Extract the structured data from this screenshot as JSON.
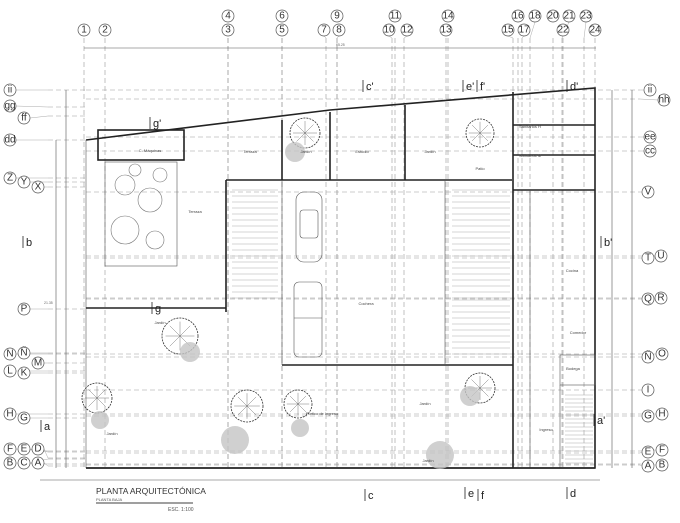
{
  "title_block": {
    "title": "PLANTA ARQUITECTÓNICA",
    "subtitle": "PLANTA BAJA",
    "scale": "ESC. 1:100"
  },
  "column_axes": [
    "1",
    "2",
    "3",
    "4",
    "5",
    "6",
    "7",
    "8",
    "9",
    "10",
    "11",
    "12",
    "13",
    "14",
    "15",
    "16",
    "17",
    "18",
    "20",
    "21",
    "22",
    "23",
    "24"
  ],
  "row_axes_left": [
    "ii",
    "gg",
    "ff",
    "dd",
    "Z",
    "Y",
    "X",
    "P",
    "N",
    "Ñ",
    "M",
    "L",
    "K",
    "H",
    "G",
    "F",
    "E",
    "D",
    "C",
    "B",
    "A"
  ],
  "row_axes_right": [
    "ii",
    "hh",
    "ee",
    "cc",
    "V",
    "U",
    "T",
    "R",
    "Q",
    "O",
    "Ñ",
    "I",
    "H",
    "G",
    "F",
    "E",
    "B",
    "A"
  ],
  "section_marks": [
    "c'",
    "e'",
    "f'",
    "d'",
    "g'",
    "g",
    "b",
    "b'",
    "a",
    "a'",
    "c",
    "e",
    "f",
    "d"
  ],
  "rooms": [
    "C. Máquinas",
    "Terraza",
    "Terraza",
    "Jardín",
    "Estudio",
    "Jardín",
    "Patio",
    "Sanitarios H",
    "Sanitarios M",
    "Cocina",
    "Comedor",
    "Bodega",
    "Cochera",
    "Jardín",
    "Pórtico de Ingreso",
    "Jardín",
    "Ingreso",
    "Jardín",
    "Jardín"
  ],
  "overall_dimensions": {
    "width": "65.25",
    "height": "21.35"
  },
  "colors": {
    "line": "#222222",
    "axis": "#9a9a9a",
    "vegetation": "#bdbdbd"
  }
}
